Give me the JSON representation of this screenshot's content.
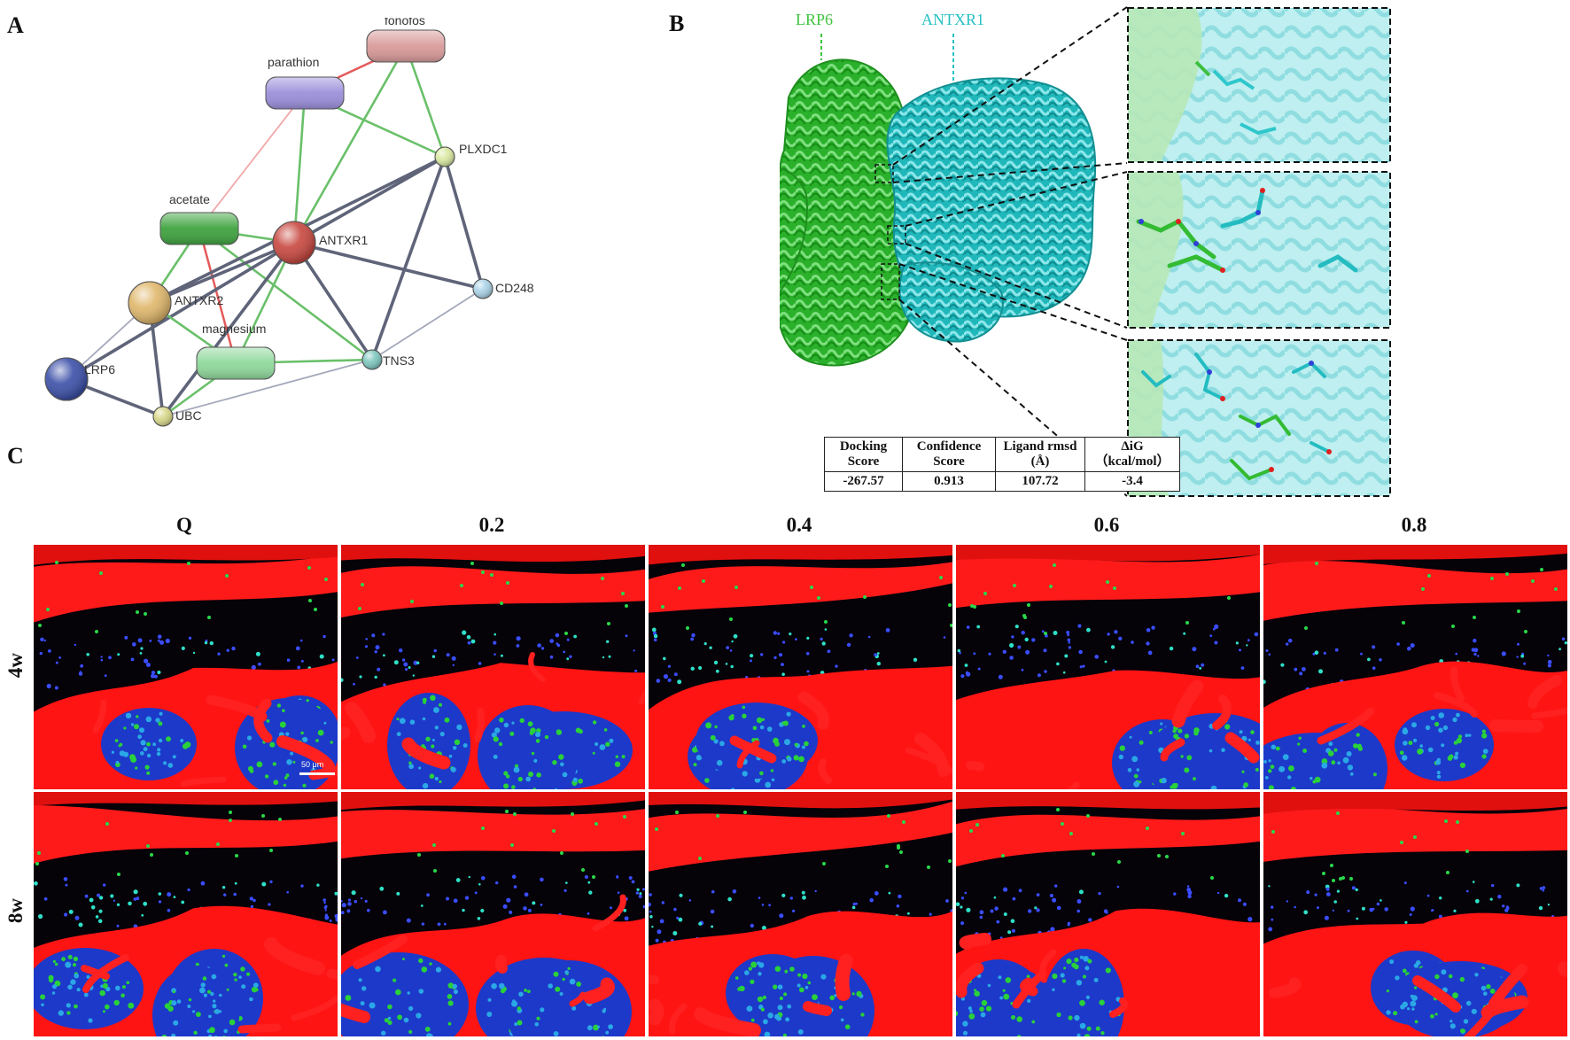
{
  "panels": {
    "a": "A",
    "b": "B",
    "c": "C"
  },
  "network": {
    "nodes": [
      {
        "id": "fonofos",
        "label": "fonofos",
        "kind": "compound",
        "color": "#d99a9a"
      },
      {
        "id": "parathion",
        "label": "parathion",
        "kind": "compound",
        "color": "#9c8fdb"
      },
      {
        "id": "acetate",
        "label": "acetate",
        "kind": "compound",
        "color": "#3fa33f"
      },
      {
        "id": "magnesium",
        "label": "magnesium",
        "kind": "compound",
        "color": "#8fd89c"
      },
      {
        "id": "plxdc1",
        "label": "PLXDC1",
        "kind": "protein-small",
        "color": "#d9e8a0"
      },
      {
        "id": "antxr1",
        "label": "ANTXR1",
        "kind": "protein",
        "color": "#c8473f"
      },
      {
        "id": "antxr2",
        "label": "ANTXR2",
        "kind": "protein",
        "color": "#e0b76b"
      },
      {
        "id": "cd248",
        "label": "CD248",
        "kind": "protein-small",
        "color": "#a9d2e6"
      },
      {
        "id": "tns3",
        "label": "TNS3",
        "kind": "protein-small",
        "color": "#7ec7bf"
      },
      {
        "id": "lrp6",
        "label": "LRP6",
        "kind": "protein",
        "color": "#3b4fa8"
      },
      {
        "id": "ubc",
        "label": "UBC",
        "kind": "protein-small",
        "color": "#d8d88a"
      }
    ],
    "edges": [
      {
        "from": "parathion",
        "to": "fonofos",
        "type": "red"
      },
      {
        "from": "parathion",
        "to": "antxr1",
        "type": "green"
      },
      {
        "from": "parathion",
        "to": "plxdc1",
        "type": "green"
      },
      {
        "from": "parathion",
        "to": "acetate",
        "type": "pink"
      },
      {
        "from": "fonofos",
        "to": "antxr1",
        "type": "green"
      },
      {
        "from": "fonofos",
        "to": "plxdc1",
        "type": "green"
      },
      {
        "from": "acetate",
        "to": "antxr1",
        "type": "green"
      },
      {
        "from": "acetate",
        "to": "antxr2",
        "type": "green"
      },
      {
        "from": "acetate",
        "to": "magnesium",
        "type": "red"
      },
      {
        "from": "acetate",
        "to": "tns3",
        "type": "green"
      },
      {
        "from": "antxr1",
        "to": "plxdc1",
        "type": "grey"
      },
      {
        "from": "antxr1",
        "to": "cd248",
        "type": "grey"
      },
      {
        "from": "antxr1",
        "to": "tns3",
        "type": "grey"
      },
      {
        "from": "antxr1",
        "to": "antxr2",
        "type": "grey"
      },
      {
        "from": "antxr1",
        "to": "lrp6",
        "type": "grey"
      },
      {
        "from": "antxr1",
        "to": "ubc",
        "type": "grey"
      },
      {
        "from": "antxr1",
        "to": "magnesium",
        "type": "green"
      },
      {
        "from": "plxdc1",
        "to": "cd248",
        "type": "grey"
      },
      {
        "from": "plxdc1",
        "to": "tns3",
        "type": "grey"
      },
      {
        "from": "plxdc1",
        "to": "antxr2",
        "type": "grey"
      },
      {
        "from": "cd248",
        "to": "tns3",
        "type": "greylight"
      },
      {
        "from": "antxr2",
        "to": "lrp6",
        "type": "greylight"
      },
      {
        "from": "antxr2",
        "to": "ubc",
        "type": "grey"
      },
      {
        "from": "antxr2",
        "to": "magnesium",
        "type": "green"
      },
      {
        "from": "magnesium",
        "to": "tns3",
        "type": "green"
      },
      {
        "from": "magnesium",
        "to": "ubc",
        "type": "green"
      },
      {
        "from": "lrp6",
        "to": "ubc",
        "type": "grey"
      },
      {
        "from": "ubc",
        "to": "tns3",
        "type": "greylight"
      }
    ]
  },
  "docking": {
    "labels": {
      "lrp6": "LRP6",
      "antxr1": "ANTXR1"
    },
    "colors": {
      "lrp6": "#3ec43e",
      "antxr1": "#27c1c4"
    },
    "table": {
      "headers": [
        "Docking Score",
        "Confidence Score",
        "Ligand rmsd (Å)",
        "ΔiG （kcal/mol）"
      ],
      "values": [
        "-267.57",
        "0.913",
        "107.72",
        "-3.4"
      ]
    }
  },
  "staining": {
    "columns": [
      "Q",
      "0.2",
      "0.4",
      "0.6",
      "0.8"
    ],
    "rows": [
      "4w",
      "8w"
    ],
    "scale_bar": "50 μm"
  }
}
